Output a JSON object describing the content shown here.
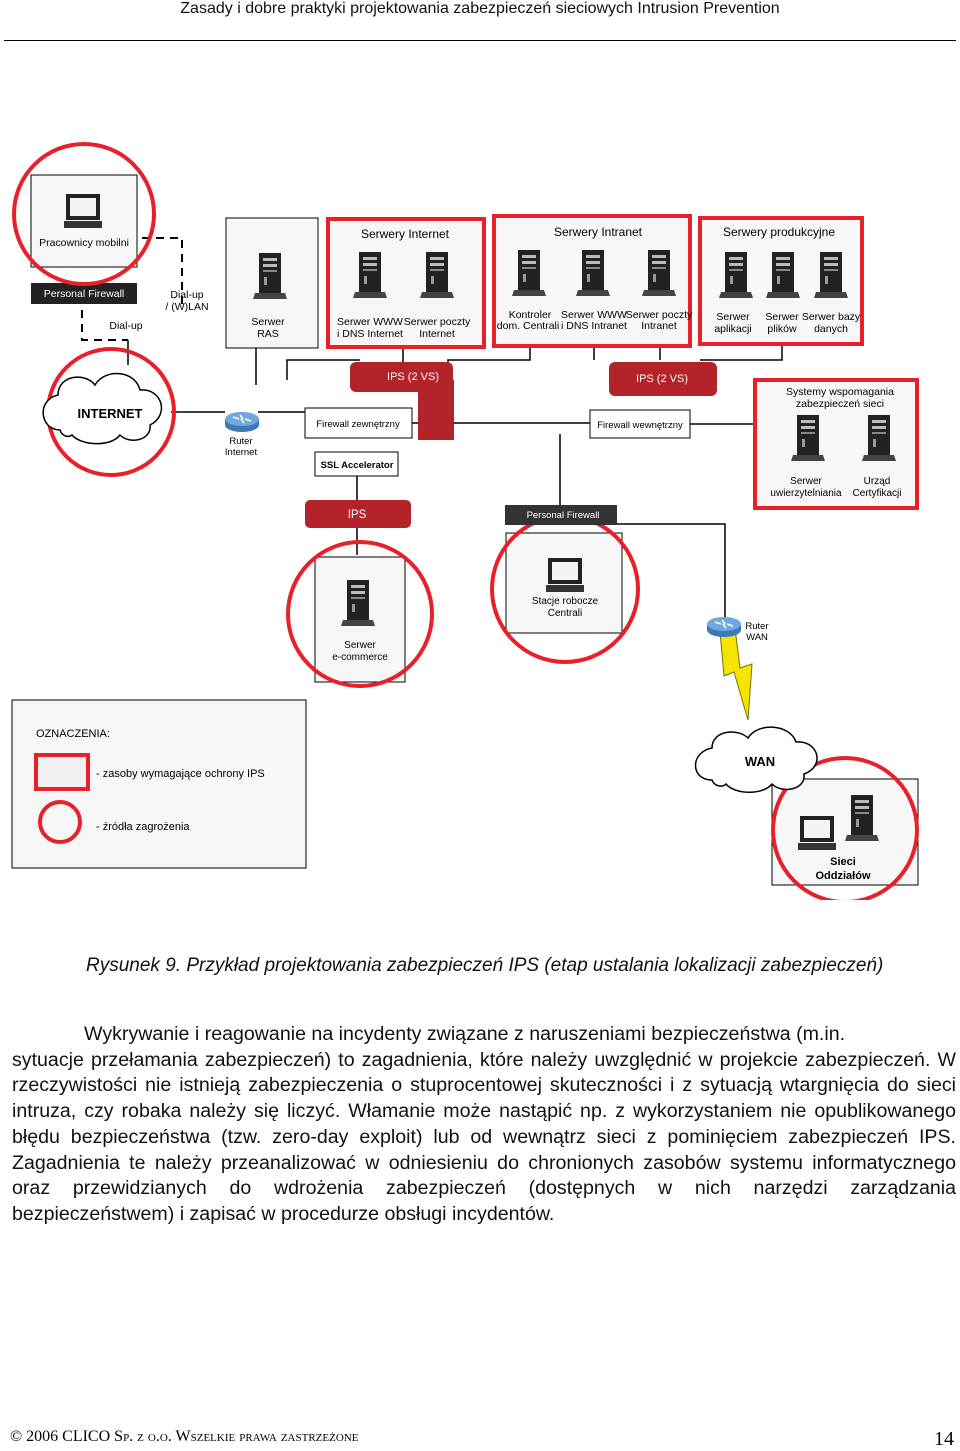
{
  "header": {
    "title": "Zasady i dobre praktyki projektowania zabezpieczeń sieciowych Intrusion Prevention"
  },
  "diagram": {
    "mobile_users": "Pracownicy mobilni",
    "personal_firewall_top": "Personal Firewall",
    "dialup": "Dial-up",
    "dialup_wlan_1": "Dial-up",
    "dialup_wlan_2": "/ (W)LAN",
    "ras_1": "Serwer",
    "ras_2": "RAS",
    "internet_servers_title": "Serwery Internet",
    "www_internet_1": "Serwer WWW",
    "www_internet_2": "i DNS Internet",
    "mail_internet_1": "Serwer poczty",
    "mail_internet_2": "Internet",
    "intranet_servers_title": "Serwery Intranet",
    "dc_1": "Kontroler",
    "dc_2": "dom. Centrali",
    "www_intranet_1": "Serwer WWW",
    "www_intranet_2": "i DNS Intranet",
    "mail_intranet_1": "Serwer poczty",
    "mail_intranet_2": "Intranet",
    "production_servers_title": "Serwery produkcyjne",
    "app_1": "Serwer",
    "app_2": "aplikacji",
    "files_1": "Serwer",
    "files_2": "plików",
    "db_1": "Serwer bazy",
    "db_2": "danych",
    "internet": "INTERNET",
    "router_internet_1": "Ruter",
    "router_internet_2": "Internet",
    "ips_2vs_left": "IPS (2 VS)",
    "firewall_external": "Firewall zewnętrzny",
    "ssl_accelerator": "SSL Accelerator",
    "ips_2vs_right": "IPS (2 VS)",
    "firewall_internal": "Firewall wewnętrzny",
    "support_title_1": "Systemy wspomagania",
    "support_title_2": "zabezpieczeń sieci",
    "auth_1": "Serwer",
    "auth_2": "uwierzytelniania",
    "ca_1": "Urząd",
    "ca_2": "Certyfikacji",
    "ips": "IPS",
    "personal_firewall_mid": "Personal Firewall",
    "workstations_1": "Stacje robocze",
    "workstations_2": "Centrali",
    "ecommerce_1": "Serwer",
    "ecommerce_2": "e-commerce",
    "router_wan_1": "Ruter",
    "router_wan_2": "WAN",
    "legend_title": "OZNACZENIA:",
    "legend_assets": "- zasoby wymagające ochrony IPS",
    "legend_threats": "- źródła zagrożenia",
    "wan": "WAN",
    "branches_1": "Sieci",
    "branches_2": "Oddziałów"
  },
  "caption": "Rysunek 9. Przykład projektowania zabezpieczeń IPS (etap ustalania lokalizacji zabezpieczeń)",
  "paragraph": {
    "line1": "Wykrywanie i reagowanie na incydenty związane z naruszeniami bezpieczeństwa (m.in.",
    "rest": "sytuacje przełamania zabezpieczeń) to zagadnienia, które należy uwzględnić w projekcie zabezpieczeń. W rzeczywistości nie istnieją zabezpieczenia o stuprocentowej skuteczności i z sytuacją wtargnięcia do sieci intruza, czy robaka należy się liczyć. Włamanie może nastąpić np. z wykorzystaniem nie opublikowanego błędu bezpieczeństwa  (tzw. zero-day exploit) lub od wewnątrz sieci z pominięciem zabezpieczeń IPS. Zagadnienia te należy przeanalizować w odniesieniu do chronionych zasobów systemu informatycznego oraz przewidzianych do wdrożenia zabezpieczeń (dostępnych w nich narzędzi zarządzania bezpieczeństwem) i zapisać w procedurze obsługi incydentów."
  },
  "footer": {
    "copyright": "© 2006 CLICO S",
    "cop_small": "p. z o.o. ",
    "rights": "Wszelkie prawa zastrzeżone",
    "page": "14"
  },
  "colors": {
    "threat_red": "#e8202a",
    "ips_red": "#b2232a",
    "box_fill": "#f7f7f7",
    "cloud_fill": "#ffffff"
  }
}
